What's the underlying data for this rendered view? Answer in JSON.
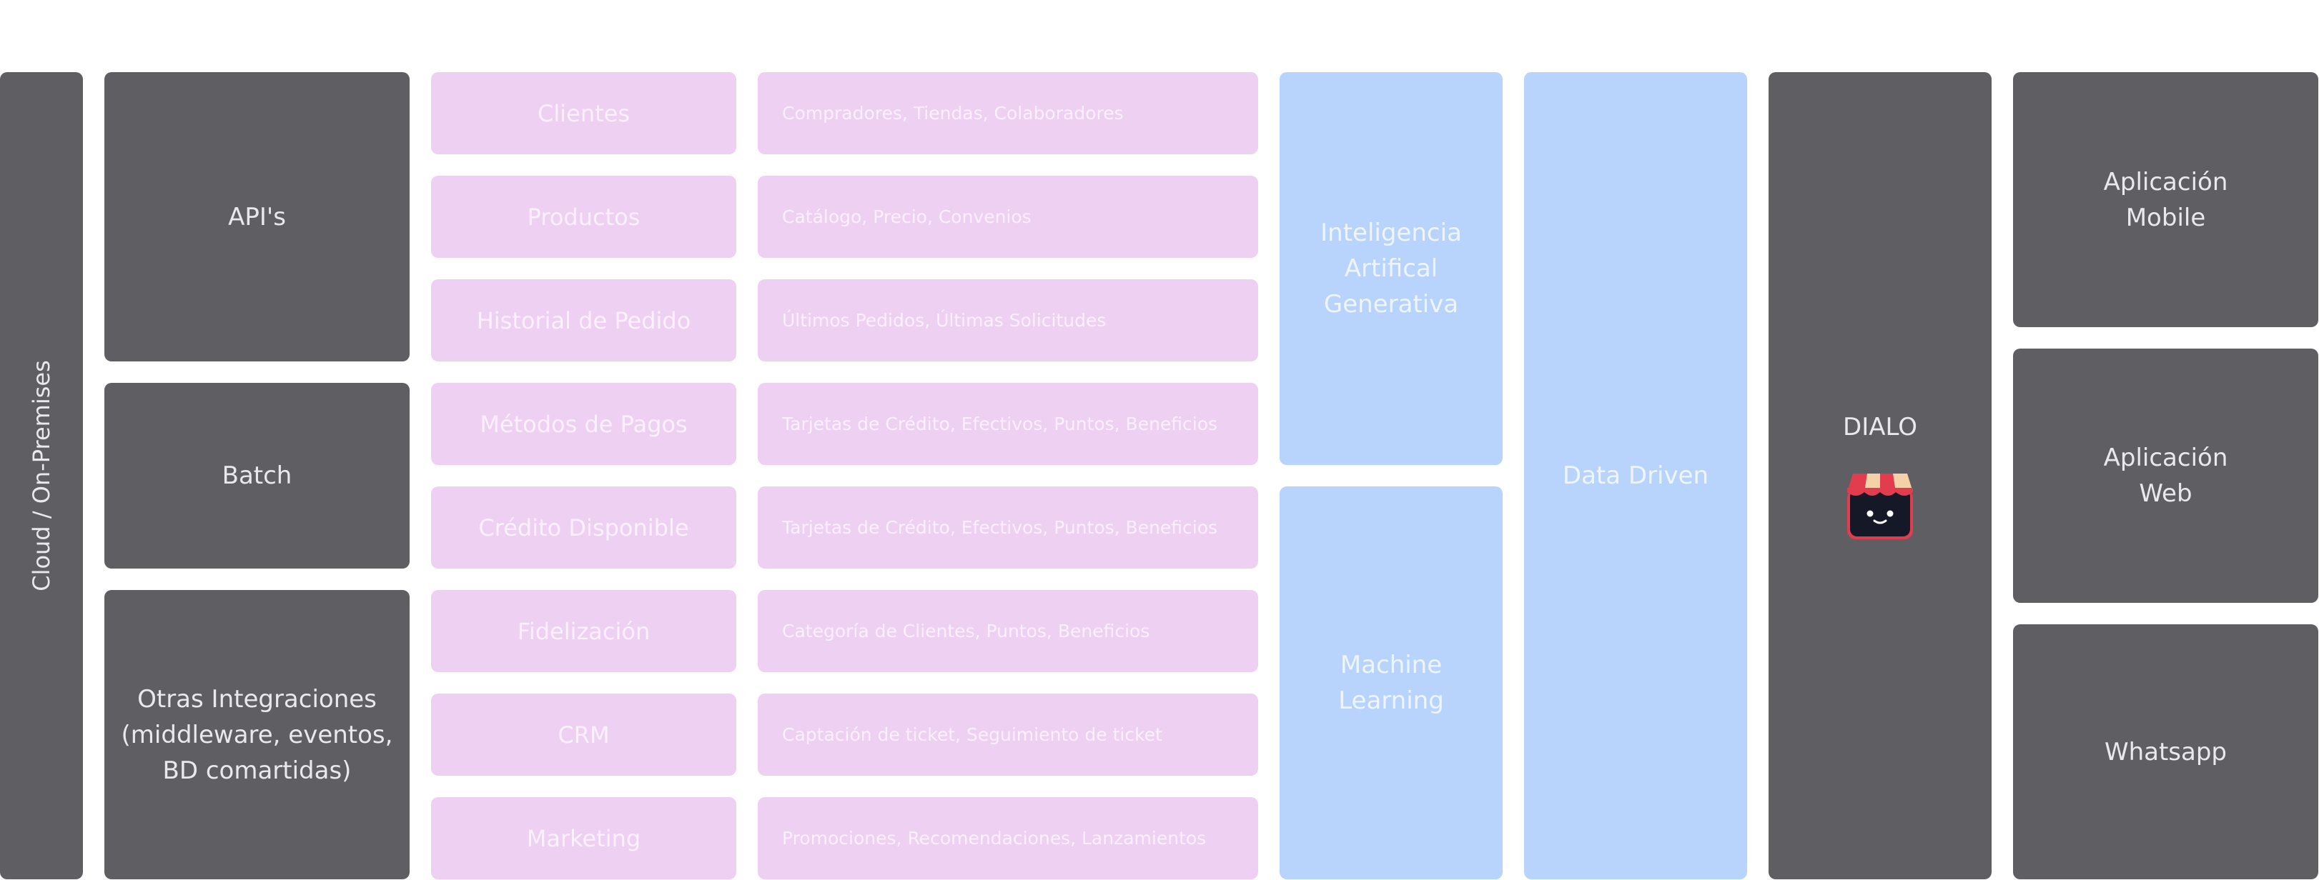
{
  "left_bar": {
    "label": "Cloud / On-Premises"
  },
  "sources": [
    {
      "label": "API's"
    },
    {
      "label": "Batch"
    },
    {
      "label": "Otras Integraciones\n(middleware, eventos,\nBD comartidas)"
    }
  ],
  "categories": [
    "Clientes",
    "Productos",
    "Historial de Pedido",
    "Métodos de Pagos",
    "Crédito Disponible",
    "Fidelización",
    "CRM",
    "Marketing"
  ],
  "details": [
    "Compradores, Tiendas, Colaboradores",
    "Catálogo, Precio, Convenios",
    "Últimos Pedidos, Últimas Solicitudes",
    "Tarjetas de Crédito, Efectivos, Puntos, Beneficios",
    "Tarjetas de Crédito, Efectivos, Puntos, Beneficios",
    "Categoría de Clientes, Puntos, Beneficios",
    "Captación de ticket, Seguimiento de ticket",
    "Promociones, Recomendaciones, Lanzamientos"
  ],
  "ai": {
    "generative": "Inteligencia\nArtifical\nGenerativa",
    "ml": "Machine\nLearning",
    "data_driven": "Data Driven"
  },
  "dialo": {
    "label": "DIALO",
    "icon": "store-mascot-icon"
  },
  "channels": [
    {
      "label": "Aplicación\nMobile"
    },
    {
      "label": "Aplicación\nWeb"
    },
    {
      "label": "Whatsapp"
    }
  ],
  "colors": {
    "gray": "#5f5f63",
    "pink": "#eed0f3",
    "blue": "#b8d4fc",
    "awning_red": "#e23c4f",
    "awning_cream": "#f3d2a8",
    "store_body": "#141827"
  }
}
